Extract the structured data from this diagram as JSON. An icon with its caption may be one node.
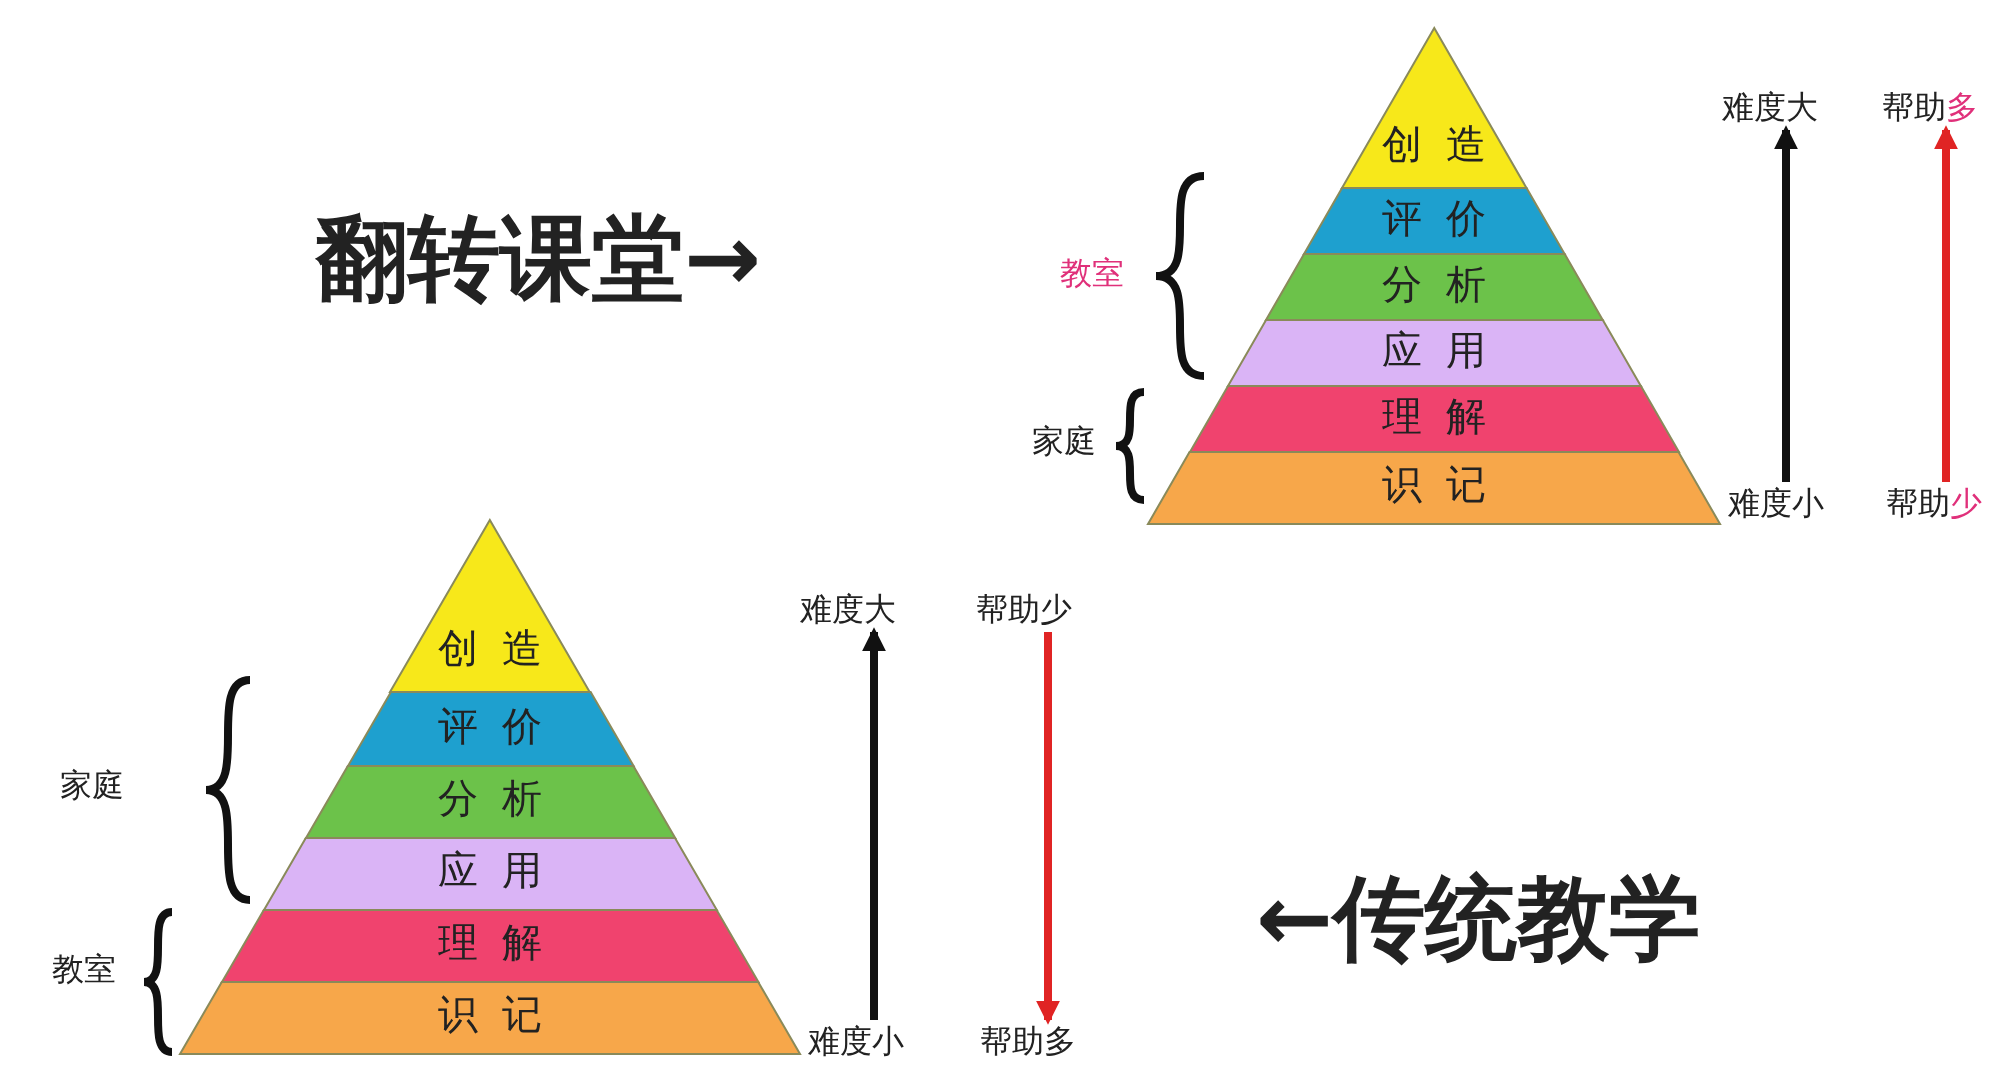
{
  "diagram": {
    "nodes": [
      {
        "text": [
          "创造"
        ]
      },
      {
        "text": [
          "评价"
        ]
      },
      {
        "text": [
          "分析"
        ]
      },
      {
        "text": [
          "应用"
        ]
      },
      {
        "text": [
          "理解"
        ]
      },
      {
        "text": [
          "识记"
        ]
      },
      {
        "text": [
          "难度大"
        ]
      },
      {
        "text": [
          "帮助多"
        ]
      },
      {
        "text": [
          "难度小"
        ]
      },
      {
        "text": [
          "帮助少"
        ]
      },
      {
        "text": [
          "创造"
        ]
      },
      {
        "text": [
          "评价"
        ]
      },
      {
        "text": [
          "分析"
        ]
      },
      {
        "text": [
          "应用"
        ]
      },
      {
        "text": [
          "理解"
        ]
      },
      {
        "text": [
          "识记"
        ]
      },
      {
        "text": [
          "难度大"
        ]
      },
      {
        "text": [
          "帮助少"
        ]
      },
      {
        "text": [
          "难度小"
        ]
      },
      {
        "text": [
          "帮助多"
        ]
      }
    ],
    "edges": [
      {
        "from": 8,
        "to": 6,
        "arrow": "to"
      },
      {
        "from": 9,
        "to": 7,
        "arrow": "to",
        "color": "#e02424"
      },
      {
        "from": 18,
        "to": 16,
        "arrow": "to"
      },
      {
        "from": 17,
        "to": 19,
        "arrow": "to",
        "color": "#e02424"
      }
    ],
    "labels": [
      "翻转课堂→",
      "教室",
      "家庭",
      "家庭",
      "教室",
      "←传统教学"
    ]
  }
}
